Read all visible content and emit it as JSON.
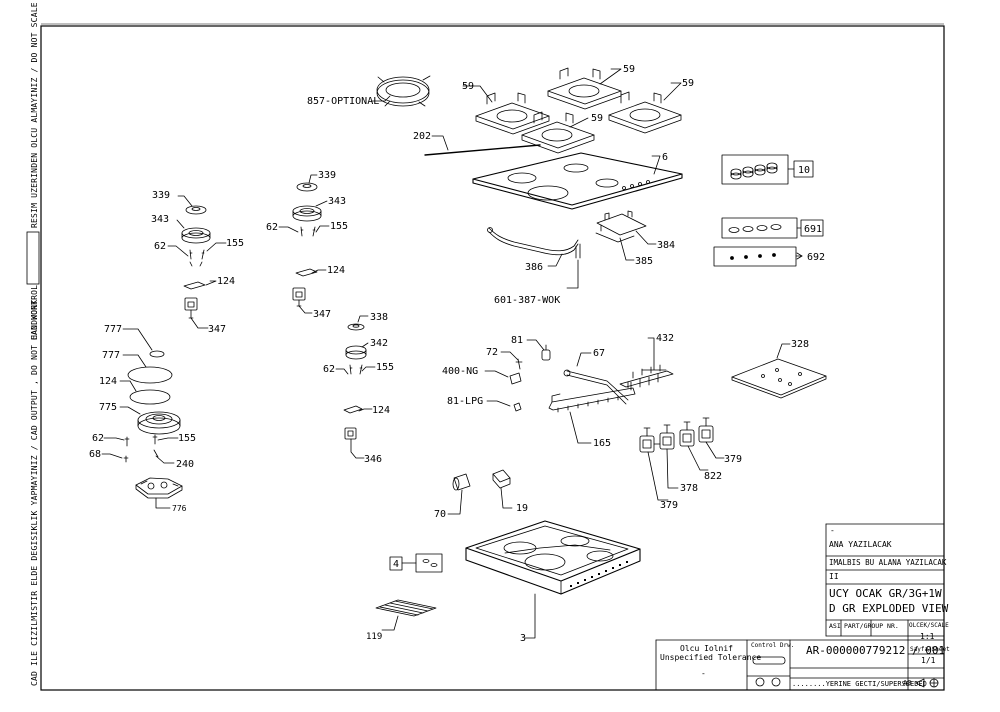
{
  "side_notes": {
    "note_top": "RESIM UZERINDEN OLCU ALMAYINIZ / DO NOT SCALE",
    "note_mid": "CAD KONTROL",
    "note_bottom": "CAD ILE CIZILMISTIR ELDE DEGISIKLIK YAPMAYINIZ / CAD OUTPUT , DO NOT HANDWORK"
  },
  "callouts": [
    {
      "id": "c857",
      "label": "857-OPTIONAL"
    },
    {
      "id": "c59a",
      "label": "59"
    },
    {
      "id": "c59b",
      "label": "59"
    },
    {
      "id": "c59c",
      "label": "59"
    },
    {
      "id": "c59d",
      "label": "59"
    },
    {
      "id": "c202",
      "label": "202"
    },
    {
      "id": "c6",
      "label": "6"
    },
    {
      "id": "c10",
      "label": "10"
    },
    {
      "id": "c339a",
      "label": "339"
    },
    {
      "id": "c343a",
      "label": "343"
    },
    {
      "id": "c62a",
      "label": "62"
    },
    {
      "id": "c155a",
      "label": "155"
    },
    {
      "id": "c124a",
      "label": "124"
    },
    {
      "id": "c347a",
      "label": "347"
    },
    {
      "id": "c339b",
      "label": "339"
    },
    {
      "id": "c343b",
      "label": "343"
    },
    {
      "id": "c62b",
      "label": "62"
    },
    {
      "id": "c155b",
      "label": "155"
    },
    {
      "id": "c124b",
      "label": "124"
    },
    {
      "id": "c347b",
      "label": "347"
    },
    {
      "id": "c384",
      "label": "384"
    },
    {
      "id": "c386",
      "label": "386"
    },
    {
      "id": "c385",
      "label": "385"
    },
    {
      "id": "c601",
      "label": "601-387-WOK"
    },
    {
      "id": "c691",
      "label": "691"
    },
    {
      "id": "c692",
      "label": "692"
    },
    {
      "id": "c338",
      "label": "338"
    },
    {
      "id": "c342",
      "label": "342"
    },
    {
      "id": "c62c",
      "label": "62"
    },
    {
      "id": "c155c",
      "label": "155"
    },
    {
      "id": "c124c",
      "label": "124"
    },
    {
      "id": "c346",
      "label": "346"
    },
    {
      "id": "c777a",
      "label": "777"
    },
    {
      "id": "c777b",
      "label": "777"
    },
    {
      "id": "c124d",
      "label": "124"
    },
    {
      "id": "c775",
      "label": "775"
    },
    {
      "id": "c62d",
      "label": "62"
    },
    {
      "id": "c155d",
      "label": "155"
    },
    {
      "id": "c68",
      "label": "68"
    },
    {
      "id": "c240",
      "label": "240"
    },
    {
      "id": "c776",
      "label": "776"
    },
    {
      "id": "c81a",
      "label": "81"
    },
    {
      "id": "c72",
      "label": "72"
    },
    {
      "id": "c400",
      "label": "400-NG"
    },
    {
      "id": "c81lpg",
      "label": "81-LPG"
    },
    {
      "id": "c67",
      "label": "67"
    },
    {
      "id": "c432",
      "label": "432"
    },
    {
      "id": "c328",
      "label": "328"
    },
    {
      "id": "c165",
      "label": "165"
    },
    {
      "id": "c379a",
      "label": "379"
    },
    {
      "id": "c822",
      "label": "822"
    },
    {
      "id": "c378",
      "label": "378"
    },
    {
      "id": "c379b",
      "label": "379"
    },
    {
      "id": "c70",
      "label": "70"
    },
    {
      "id": "c19",
      "label": "19"
    },
    {
      "id": "c4",
      "label": "4"
    },
    {
      "id": "c119",
      "label": "119"
    },
    {
      "id": "c3",
      "label": "3"
    }
  ],
  "title_block": {
    "dash": "-",
    "row1": "ANA YAZILACAK",
    "row2": "IMALBIS BU ALANA YAZILACAK",
    "row3": "II",
    "title_line1": "UCY OCAK GR/3G+1W",
    "title_line2": "D GR EXPLODED VIEW",
    "hdr_sheet": "ASI",
    "hdr_part": "PART/GROUP NR.",
    "hdr_scale": "OLCEK/SCALE",
    "scale_value": "1:1",
    "part_number": "AR-000000779212 / 001",
    "sheet_label": "Sayfa/Sheet",
    "sheet_value": "1/1",
    "tol_line1": "Olcu Iolnif",
    "tol_line2": "Unspecified Tolerance",
    "tol_dash": "-",
    "control_label": "Control Drw.",
    "supersede": "........YERINE GECTI/SUPERSEEDED",
    "format": "A3"
  }
}
